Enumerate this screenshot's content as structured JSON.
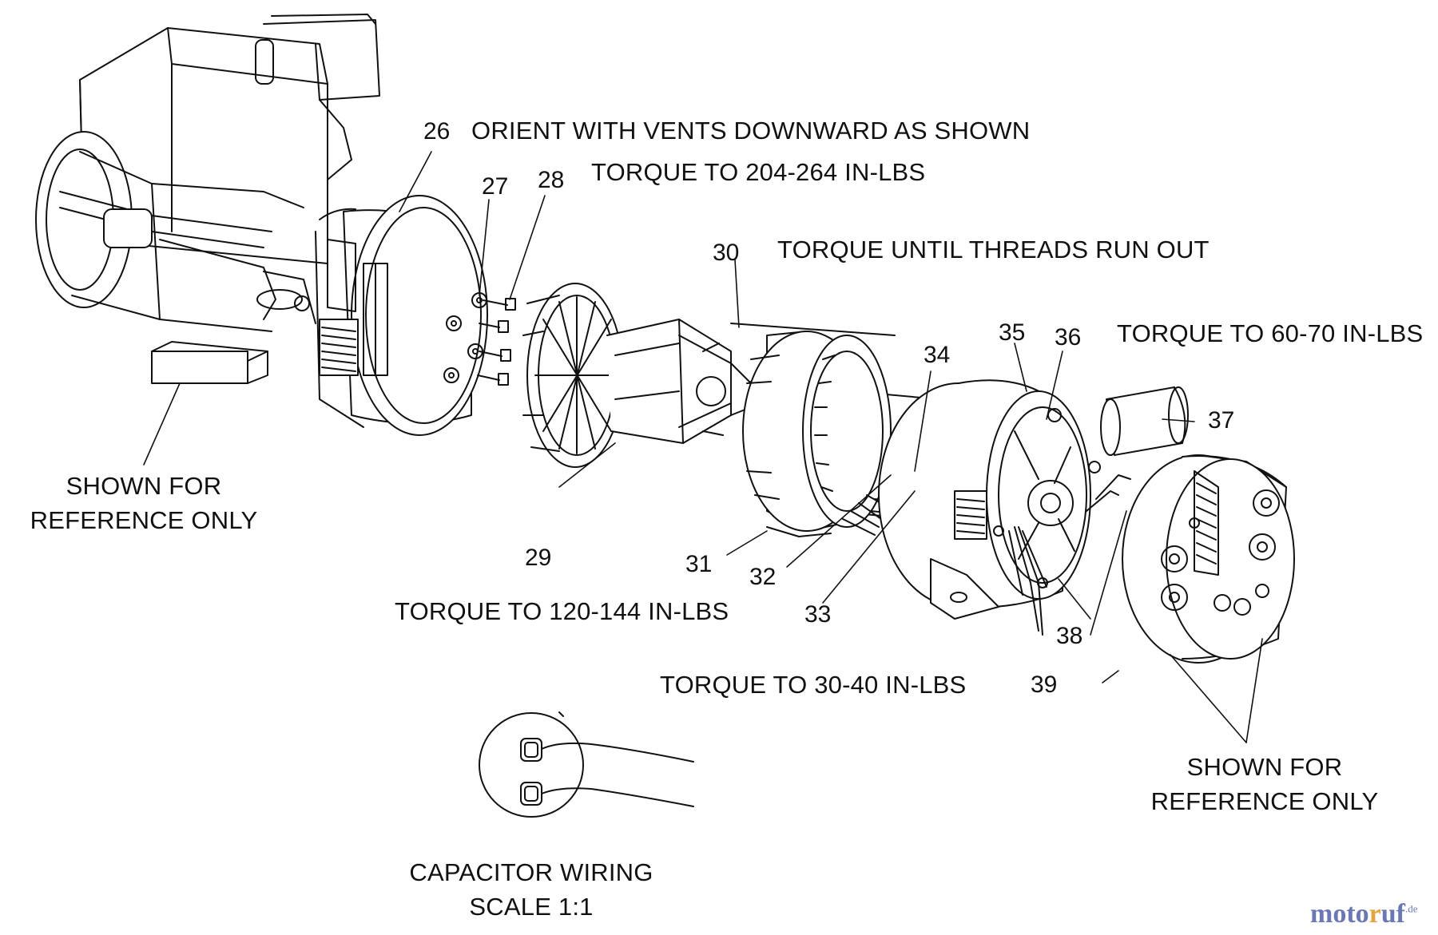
{
  "notes": {
    "orient_vents": "ORIENT WITH VENTS DOWNWARD AS SHOWN",
    "torque_204_264": "TORQUE TO 204-264 IN-LBS",
    "torque_threads": "TORQUE UNTIL THREADS RUN OUT",
    "torque_60_70": "TORQUE TO 60-70 IN-LBS",
    "torque_120_144": "TORQUE TO 120-144 IN-LBS",
    "torque_30_40": "TORQUE TO 30-40 IN-LBS"
  },
  "reference_left": {
    "line1": "SHOWN FOR",
    "line2": "REFERENCE ONLY"
  },
  "reference_right": {
    "line1": "SHOWN FOR",
    "line2": "REFERENCE ONLY"
  },
  "capacitor": {
    "line1": "CAPACITOR WIRING",
    "line2": "SCALE 1:1"
  },
  "parts": [
    "26",
    "27",
    "28",
    "29",
    "30",
    "31",
    "32",
    "33",
    "34",
    "35",
    "36",
    "37",
    "38",
    "39"
  ],
  "watermark": {
    "part1": "moto",
    "accent": "r",
    "part2": "uf",
    "suffix": ".de"
  },
  "colors": {
    "ink": "#111111",
    "watermark": "#6b78b8",
    "watermark_accent": "#e8a33a"
  }
}
